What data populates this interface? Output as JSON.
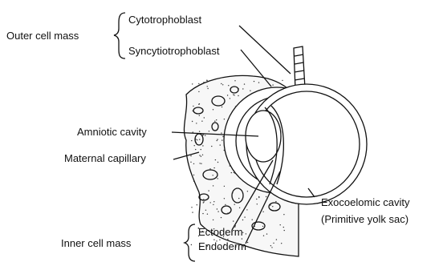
{
  "labels": {
    "outer_cell_mass": "Outer cell mass",
    "cytotrophoblast": "Cytotrophoblast",
    "syncytiotrophoblast": "Syncytiotrophoblast",
    "amniotic_cavity": "Amniotic cavity",
    "maternal_capillary": "Maternal capillary",
    "exocoelomic_cavity": "Exocoelomic cavity",
    "primitive_yolk_sac": "(Primitive yolk sac)",
    "inner_cell_mass": "Inner cell mass",
    "ectoderm": "Ectoderm",
    "endoderm": "Endoderm"
  },
  "colors": {
    "ink": "#111111",
    "background": "#ffffff",
    "tissue_fill": "#f7f7f7"
  }
}
